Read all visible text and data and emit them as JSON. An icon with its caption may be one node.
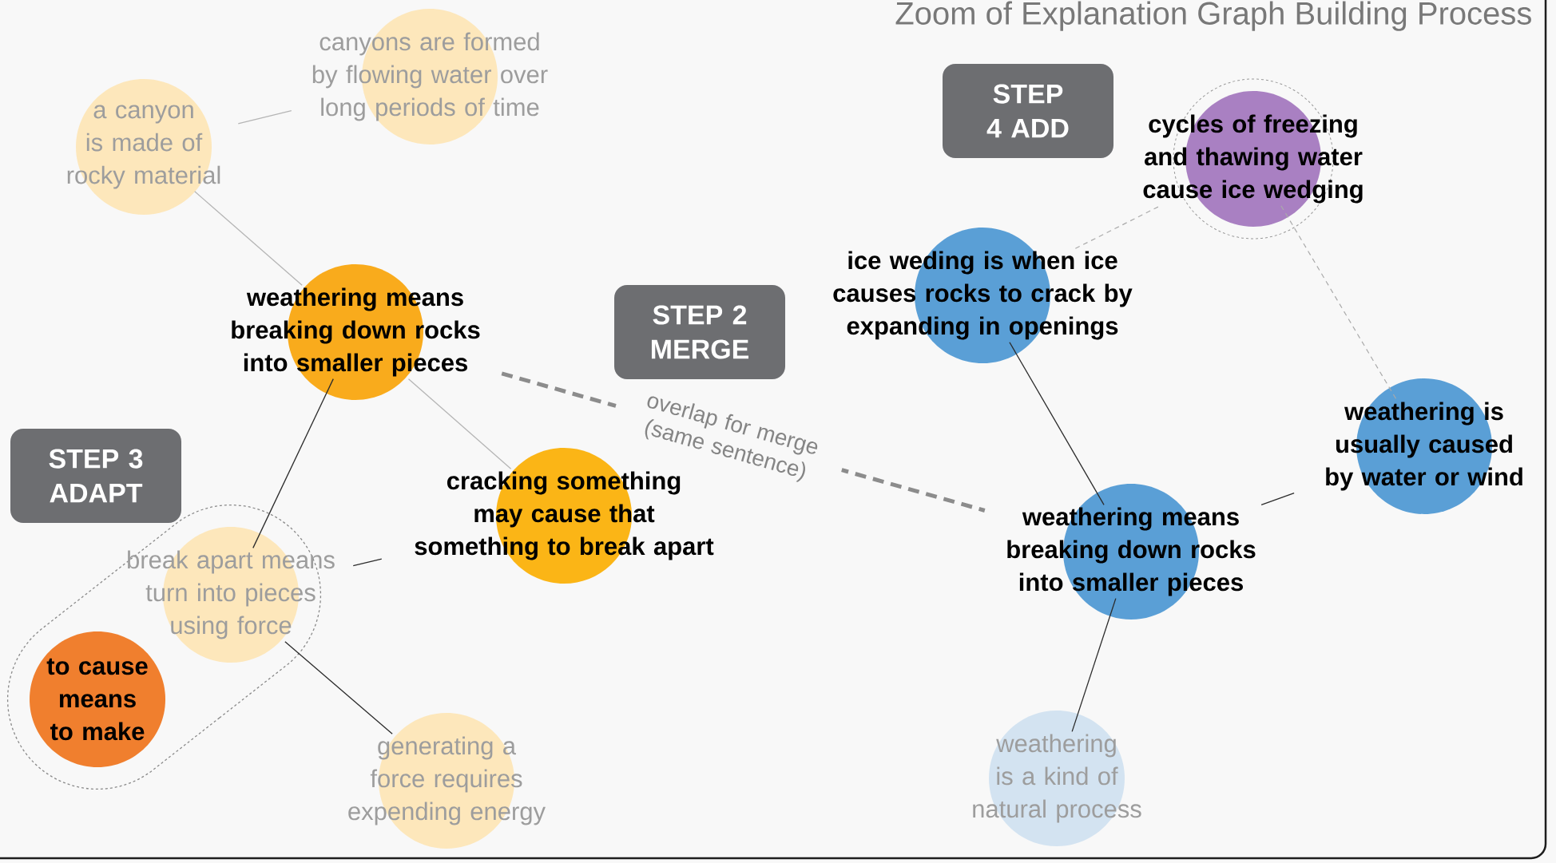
{
  "diagram": {
    "title": "Zoom of Explanation Graph Building Process",
    "nodes": [
      {
        "text": [
          "canyons are formed by flowing water over long periods of time"
        ]
      },
      {
        "text": [
          "a canyon is made of rocky material"
        ]
      },
      {
        "text": [
          "weathering means breaking down rocks into smaller pieces"
        ]
      },
      {
        "text": [
          "STEP 2 MERGE"
        ]
      },
      {
        "text": [
          "cracking something may cause that something to break apart"
        ]
      },
      {
        "text": [
          "STEP 3 ADAPT"
        ]
      },
      {
        "text": [],
        "shape": "box"
      },
      {
        "text": [
          "break apart means turn into pieces using force"
        ],
        "in": 6
      },
      {
        "text": [
          "to cause means to make"
        ],
        "in": 6
      },
      {
        "text": [
          "generating a force requires expending energy"
        ]
      },
      {
        "text": [
          "STEP 4 ADD"
        ]
      },
      {
        "text": [
          "cycles of freezing and thawing water cause ice wedging"
        ]
      },
      {
        "text": [
          "ice weding is when ice causes rocks to crack by expanding in openings"
        ]
      },
      {
        "text": [
          "weathering is usually caused by water or wind"
        ]
      },
      {
        "text": [
          "weathering means breaking down rocks into smaller pieces"
        ]
      },
      {
        "text": [
          "weathering is a kind of natural process"
        ]
      }
    ],
    "edges": [
      {
        "from": 1,
        "to": 0,
        "arrow": "none",
        "color": "#b5b5b5"
      },
      {
        "from": 1,
        "to": 2,
        "arrow": "none",
        "color": "#b5b5b5"
      },
      {
        "from": 2,
        "to": 7,
        "arrow": "none"
      },
      {
        "from": 2,
        "to": 4,
        "arrow": "none",
        "color": "#b5b5b5"
      },
      {
        "from": 7,
        "to": 4,
        "arrow": "none"
      },
      {
        "from": 7,
        "to": 9,
        "arrow": "none"
      },
      {
        "from": 2,
        "to": 14,
        "arrow": "none",
        "label": "overlap for merge (same sentence)",
        "style": "dashed",
        "color": "#8c8c8c"
      },
      {
        "from": 12,
        "to": 11,
        "arrow": "none",
        "style": "dashed",
        "color": "#aaaaaa"
      },
      {
        "from": 11,
        "to": 13,
        "arrow": "none",
        "style": "dashed",
        "color": "#aaaaaa"
      },
      {
        "from": 12,
        "to": 14,
        "arrow": "none"
      },
      {
        "from": 14,
        "to": 13,
        "arrow": "none"
      },
      {
        "from": 14,
        "to": 15,
        "arrow": "none"
      }
    ]
  }
}
